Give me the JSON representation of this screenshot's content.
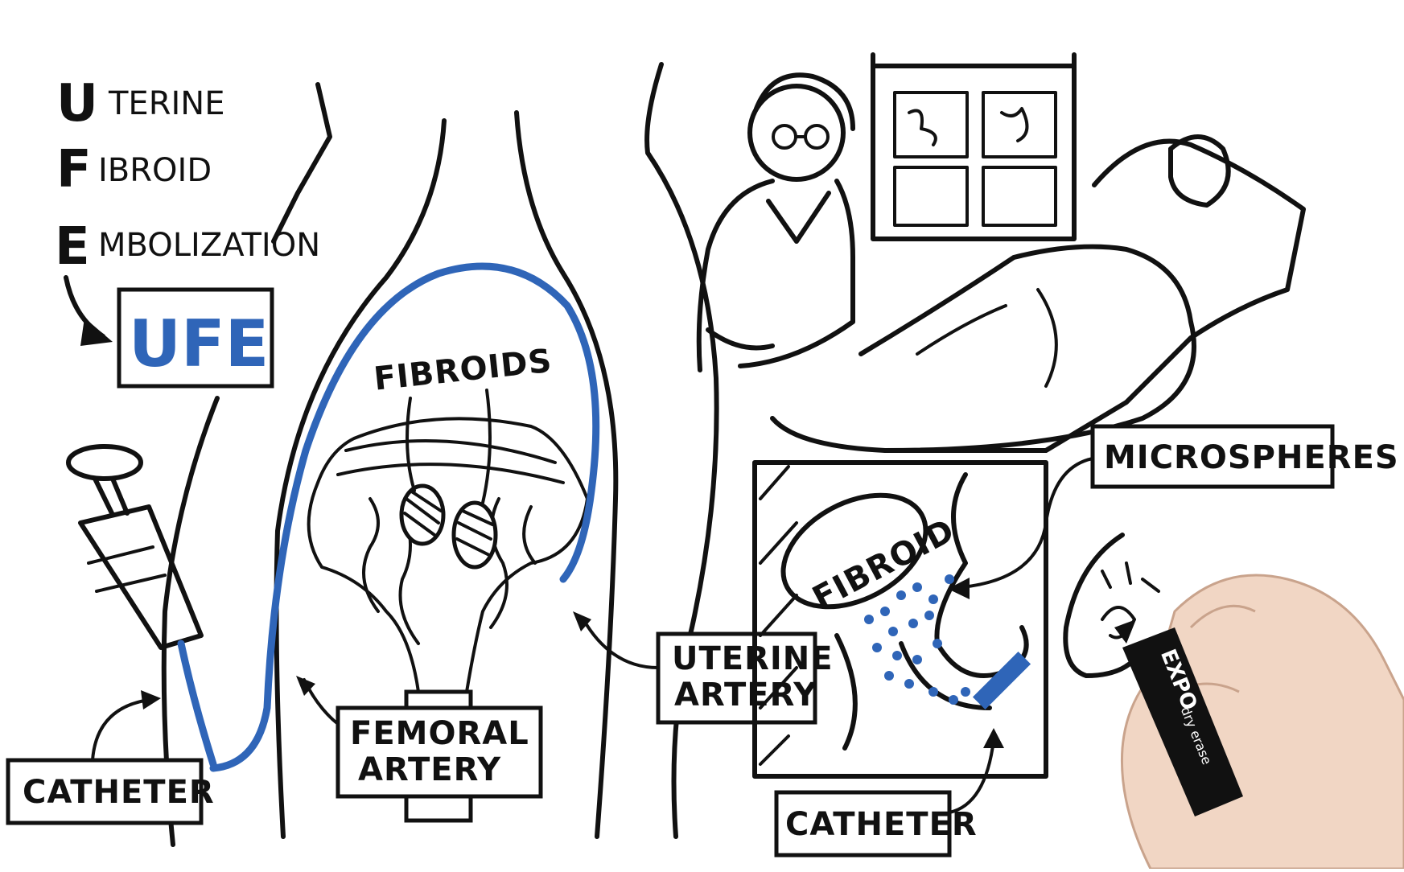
{
  "title": {
    "line1_initial": "U",
    "line1_rest": "TERINE",
    "line2_initial": "F",
    "line2_rest": "IBROID",
    "line3_initial": "E",
    "line3_rest": "MBOLIZATION",
    "acronym": "UFE"
  },
  "labels": {
    "fibroids": "FIBROIDS",
    "fibroid": "FIBROID",
    "microspheres": "MICROSPHERES",
    "uterine_artery_1": "UTERINE",
    "uterine_artery_2": "ARTERY",
    "femoral_artery_1": "FEMORAL",
    "femoral_artery_2": "ARTERY",
    "catheter_left": "CATHETER",
    "catheter_right": "CATHETER"
  },
  "marker": {
    "brand": "EXPO",
    "subtext": "dry erase"
  },
  "colors": {
    "ink": "#111111",
    "accent_blue": "#2f65b8",
    "background": "#ffffff"
  },
  "icons": [
    "syringe-icon",
    "doctor-icon",
    "patient-icon",
    "monitor-icon",
    "hand-icon",
    "marker-icon"
  ]
}
